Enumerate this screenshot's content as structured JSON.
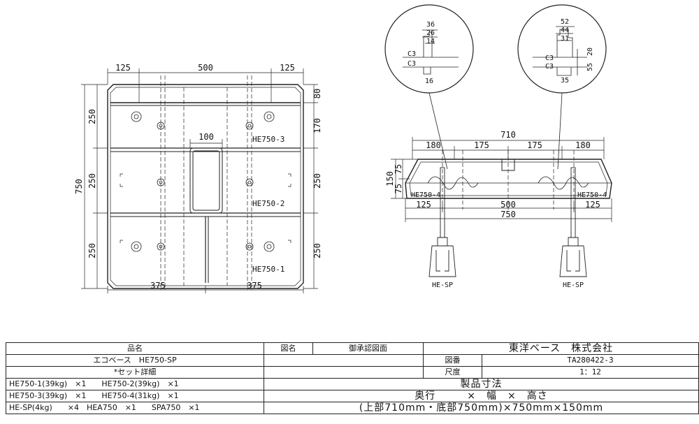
{
  "plan": {
    "top_dims": [
      "125",
      "500",
      "125"
    ],
    "overall_height": "750",
    "left_dims": [
      "250",
      "250",
      "250"
    ],
    "right_dims": [
      "80",
      "170",
      "250",
      "250"
    ],
    "center_dim": "100",
    "bottom_dims": [
      "375",
      "375"
    ],
    "part_labels": [
      "HE750-3",
      "HE750-2",
      "HE750-1"
    ]
  },
  "detail_left": {
    "dims": [
      "36",
      "26",
      "14"
    ],
    "chamfers": [
      "C3",
      "C3"
    ],
    "bottom": "16"
  },
  "detail_right": {
    "dims": [
      "52",
      "44",
      "31"
    ],
    "chamfers": [
      "C3",
      "C3"
    ],
    "vertical": [
      "55",
      "20"
    ],
    "bottom": "35"
  },
  "section": {
    "overall_top": "710",
    "top_dims": [
      "180",
      "175",
      "175",
      "180"
    ],
    "height_total": "150",
    "height_parts": [
      "75",
      "75"
    ],
    "parts": [
      "HE750-4",
      "HE750-4"
    ],
    "bottom_dims": [
      "125",
      "500",
      "125"
    ],
    "overall_bottom": "750",
    "feet": [
      "HE-SP",
      "HE-SP"
    ]
  },
  "title_block": {
    "product_name_header": "品名",
    "drawing_name_header": "図名",
    "drawing_name": "御承認図面",
    "company": "東洋ベース　株式会社",
    "product": "エコベース　HE750-SP",
    "drawing_no_label": "図番",
    "drawing_no": "TA280422-3",
    "set_detail": "*セット詳細",
    "scale_label": "尺度",
    "scale": "1：12",
    "items_row1": "HE750-1(39kg)　×1　　HE750-2(39kg)　×1",
    "items_row2": "HE750-3(39kg)　×1　　HE750-4(31kg)　×1",
    "items_row3": "HE-SP(4kg)　　×4　HEA750　×1　　SPA750　×1",
    "dims_header": "製品寸法",
    "dims_line1": "奥行　　　×　幅　×　高さ",
    "dims_line2": "(上部710mm・底部750mm)×750mm×150mm"
  }
}
